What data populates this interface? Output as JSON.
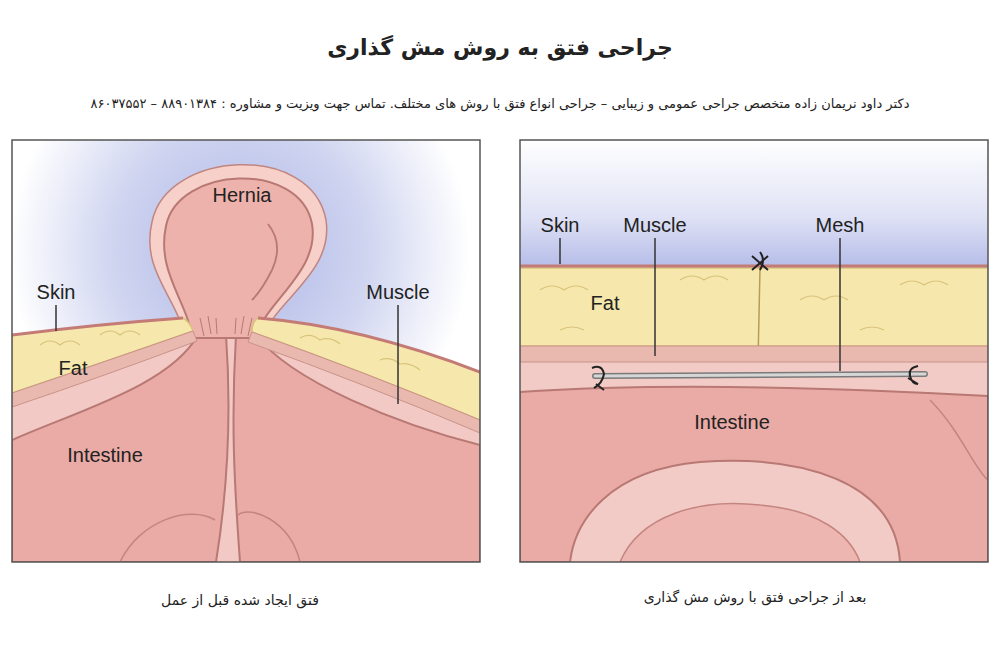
{
  "diagram": {
    "title": "جراحی فتق به روش مش گذاری",
    "labels": [
      "دکتر داود نریمان زاده متخصص جراحی عمومی و زیبایی – جراحی انواع فتق با روش های مختلف. تماس جهت ویزیت و مشاوره : ۸۸۹۰۱۳۸۴ – ۸۶۰۳۷۵۵۲",
      "Hernia",
      "Skin",
      "Fat",
      "Muscle",
      "Intestine",
      "فتق ایجاد شده قبل از عمل",
      "Skin",
      "Muscle",
      "Mesh",
      "Fat",
      "Intestine",
      "بعد از جراحی فتق با روش مش گذاری"
    ]
  }
}
